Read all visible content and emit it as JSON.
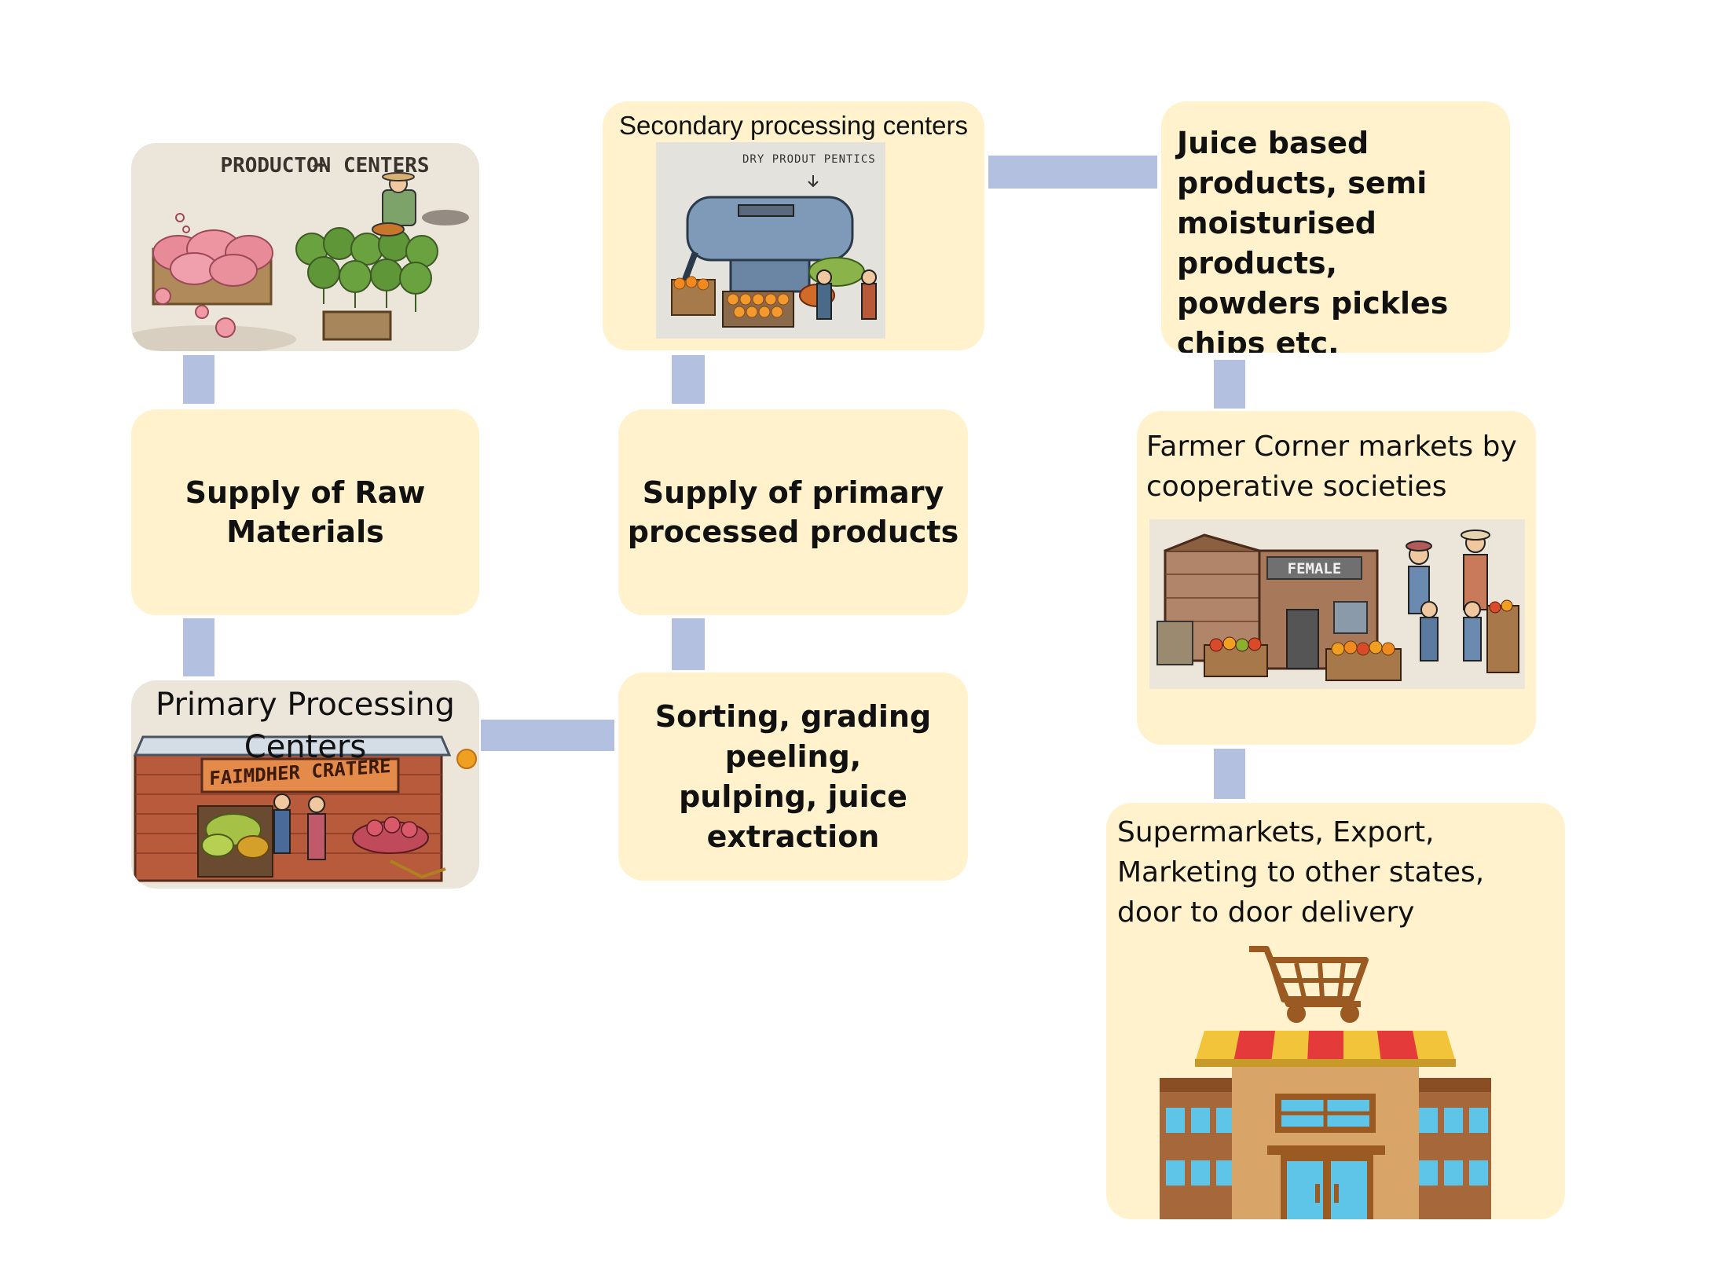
{
  "production": {
    "title": "PRODUCTON CENTERS"
  },
  "raw_supply": {
    "label": "Supply of Raw Materials"
  },
  "primary_centers": {
    "title": "Primary Processing Centers",
    "sign": "FAIMDHER CRATERE"
  },
  "sorting": {
    "label": "Sorting, grading peeling, pulping, juice extraction"
  },
  "primary_supply": {
    "label": "Supply of primary processed products"
  },
  "secondary_centers": {
    "title": "Secondary processing centers",
    "image_caption": "DRY PRODUT PENTICS"
  },
  "products": {
    "label": "Juice based products, semi moisturised products, powders pickles chips etc."
  },
  "farmer_markets": {
    "title": "Farmer Corner markets by cooperative societies",
    "sign": "FEMALE"
  },
  "supermarkets": {
    "title": "Supermarkets, Export, Marketing to other states, door to door delivery"
  },
  "colors": {
    "box_fill": "#fff2cc",
    "connector": "#b4c0e0"
  }
}
